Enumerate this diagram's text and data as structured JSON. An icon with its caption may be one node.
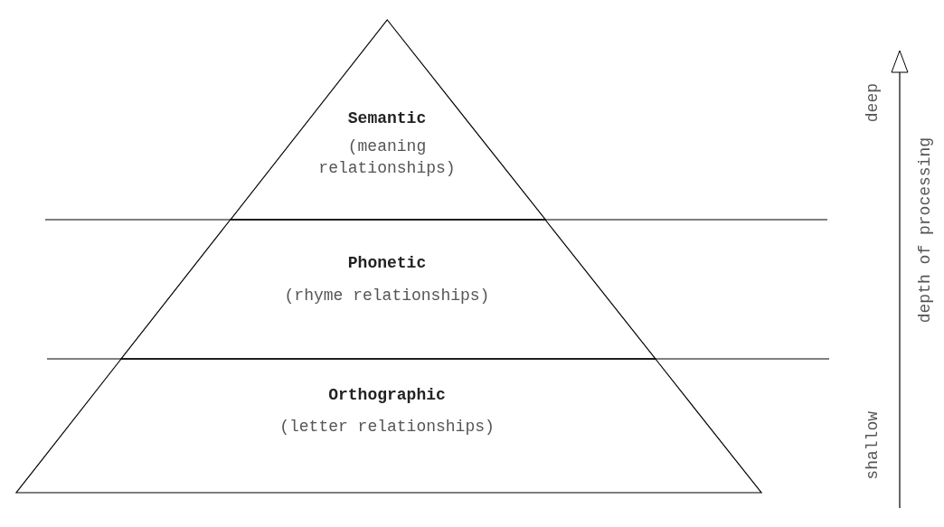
{
  "diagram": {
    "nodes": [
      {
        "text": [
          "Semantic",
          "(meaning relationships)"
        ]
      },
      {
        "text": [
          "Phonetic",
          "(rhyme relationships)"
        ]
      },
      {
        "text": [
          "Orthographic",
          "(letter relationships)"
        ]
      }
    ],
    "labels": [
      "deep",
      "shallow",
      "depth of processing"
    ]
  }
}
